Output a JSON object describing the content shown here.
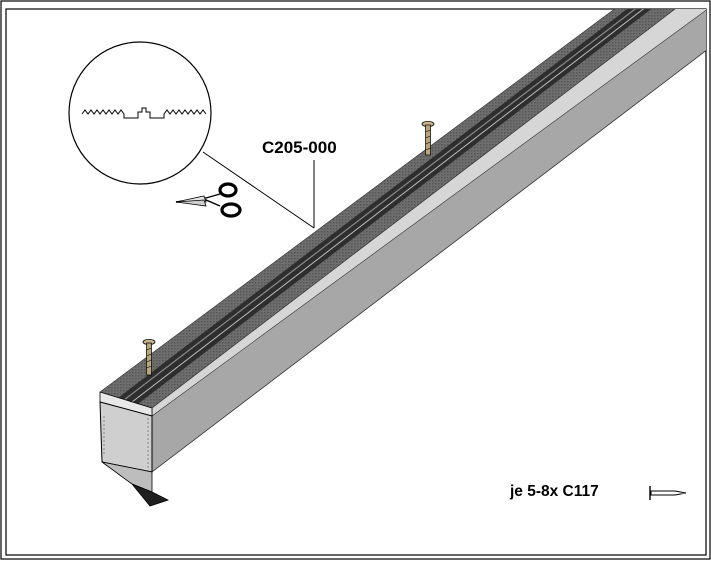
{
  "figure": {
    "part_label": "C205-000",
    "quantity_label": "je 5-8x C117"
  },
  "icons": {
    "cut_tool": "scissors-icon",
    "fastener": "screw-icon",
    "fastener_legend": "nail-icon",
    "detail": "profile-detail-magnifier"
  },
  "colors": {
    "frame": "#000000",
    "beam_top": "#6f6f6f",
    "beam_side": "#a6a6a6",
    "beam_front": "#c9c9c9",
    "screw": "#b9a57a"
  }
}
